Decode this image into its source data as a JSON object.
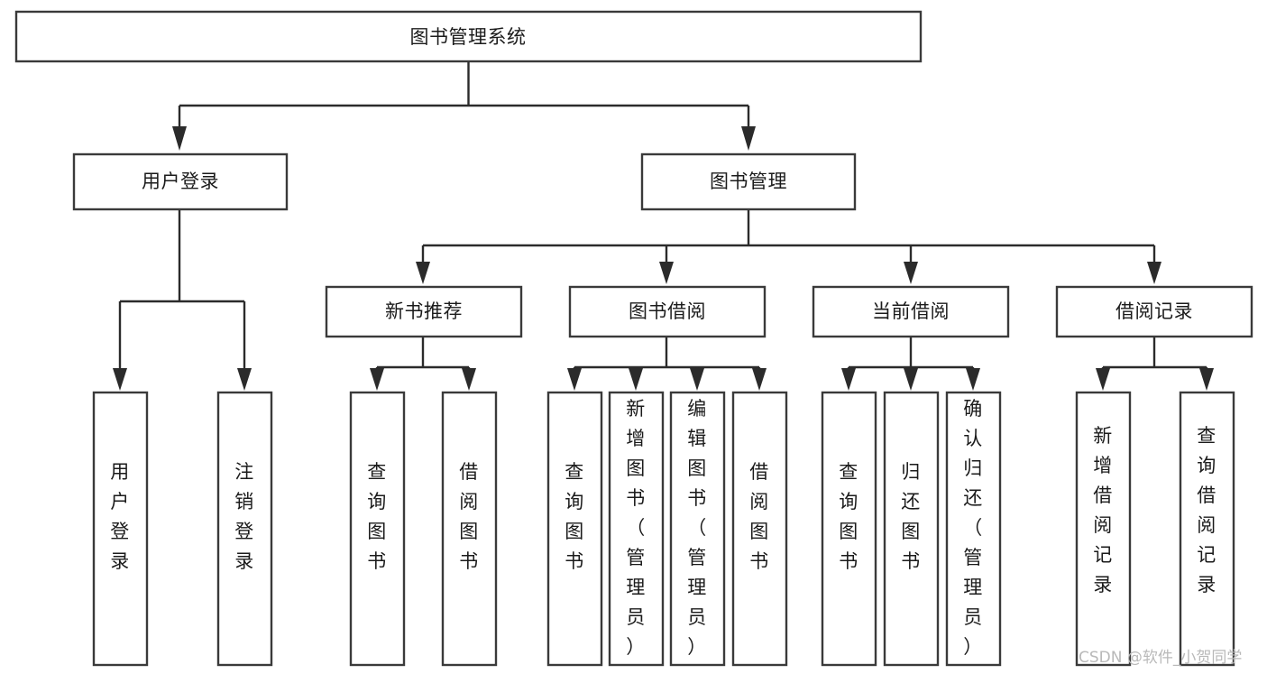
{
  "diagram": {
    "title": "图书管理系统",
    "type": "tree-hierarchy",
    "root": {
      "label": "图书管理系统"
    },
    "level2": [
      {
        "label": "用户登录"
      },
      {
        "label": "图书管理"
      }
    ],
    "level3": [
      {
        "label": "新书推荐"
      },
      {
        "label": "图书借阅"
      },
      {
        "label": "当前借阅"
      },
      {
        "label": "借阅记录"
      }
    ],
    "leaves": {
      "user_login": [
        {
          "label": "用户登录",
          "chars": [
            "用",
            "户",
            "登",
            "录"
          ]
        },
        {
          "label": "注销登录",
          "chars": [
            "注",
            "销",
            "登",
            "录"
          ]
        }
      ],
      "new_book_recommend": [
        {
          "label": "查询图书",
          "chars": [
            "查",
            "询",
            "图",
            "书"
          ]
        },
        {
          "label": "借阅图书",
          "chars": [
            "借",
            "阅",
            "图",
            "书"
          ]
        }
      ],
      "book_borrow": [
        {
          "label": "查询图书",
          "chars": [
            "查",
            "询",
            "图",
            "书"
          ]
        },
        {
          "label": "新增图书（管理员）",
          "chars": [
            "新",
            "增",
            "图",
            "书",
            "（",
            "管",
            "理",
            "员",
            "）"
          ]
        },
        {
          "label": "编辑图书（管理员）",
          "chars": [
            "编",
            "辑",
            "图",
            "书",
            "（",
            "管",
            "理",
            "员",
            "）"
          ]
        },
        {
          "label": "借阅图书",
          "chars": [
            "借",
            "阅",
            "图",
            "书"
          ]
        }
      ],
      "current_borrow": [
        {
          "label": "查询图书",
          "chars": [
            "查",
            "询",
            "图",
            "书"
          ]
        },
        {
          "label": "归还图书",
          "chars": [
            "归",
            "还",
            "图",
            "书"
          ]
        },
        {
          "label": "确认归还（管理员）",
          "chars": [
            "确",
            "认",
            "归",
            "还",
            "（",
            "管",
            "理",
            "员",
            "）"
          ]
        }
      ],
      "borrow_record": [
        {
          "label": "新增借阅记录",
          "chars": [
            "新",
            "增",
            "借",
            "阅",
            "记",
            "录"
          ]
        },
        {
          "label": "查询借阅记录",
          "chars": [
            "查",
            "询",
            "借",
            "阅",
            "记",
            "录"
          ]
        }
      ]
    },
    "watermark": "CSDN @软件_小贺同学",
    "colors": {
      "box_stroke": "#3a3a3a",
      "edge": "#2b2b2b",
      "text": "#1b1b1b",
      "background": "#ffffff",
      "watermark": "#b9b9b9"
    }
  }
}
